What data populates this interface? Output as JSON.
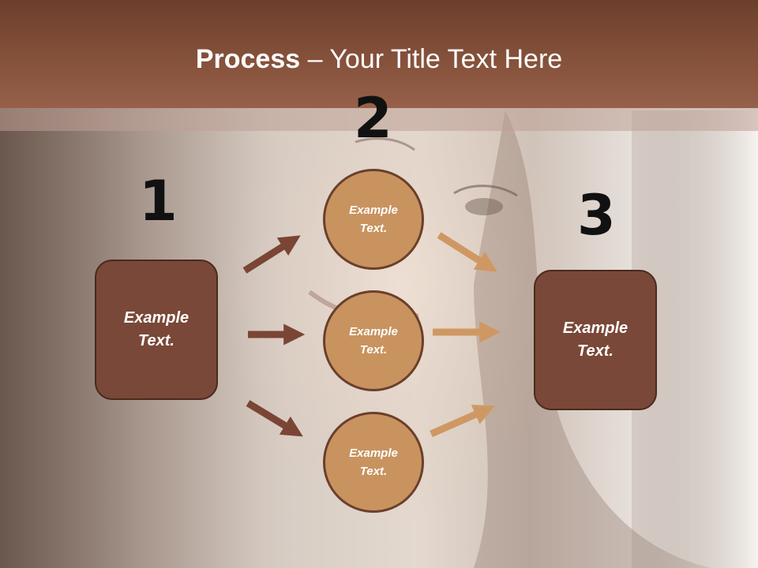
{
  "slide": {
    "title_bold": "Process",
    "title_rest": " – Your Title Text Here"
  },
  "steps": {
    "left_number": "1",
    "middle_number": "2",
    "right_number": "3"
  },
  "nodes": {
    "left_box": "Example\nText.",
    "circle_top": "Example\nText.",
    "circle_middle": "Example\nText.",
    "circle_bottom": "Example\nText.",
    "right_box": "Example\nText."
  },
  "colors": {
    "title_bar": "#85513b",
    "box_fill": "#7a4838",
    "circle_fill": "#c8935f",
    "outline": "#4a2a1e",
    "dark_arrow": "#7a4535",
    "light_arrow": "#cf9863"
  }
}
